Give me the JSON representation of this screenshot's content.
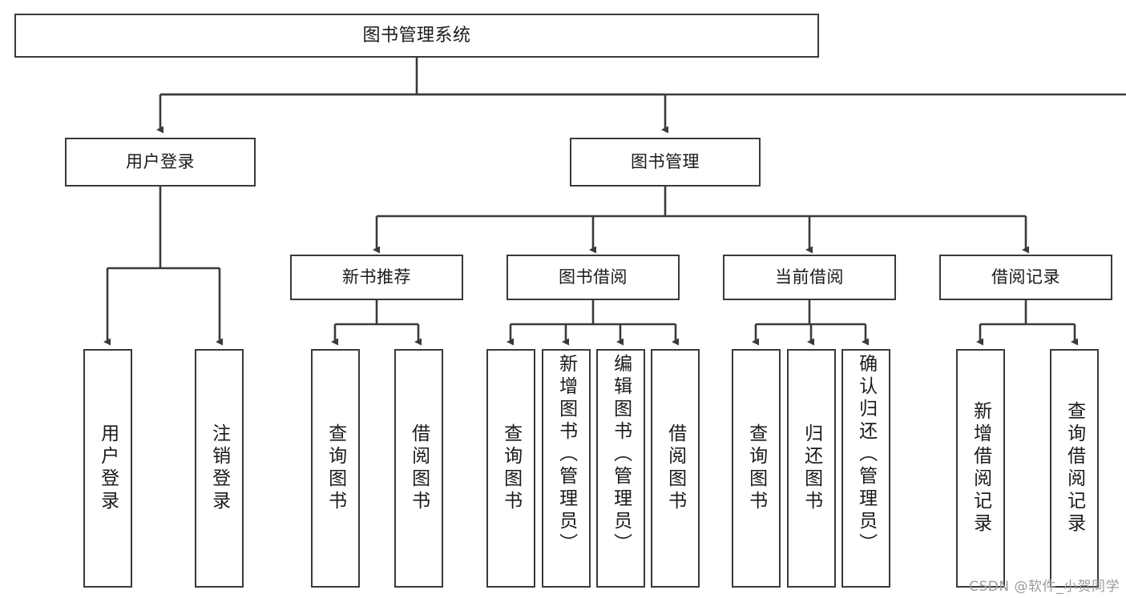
{
  "diagram": {
    "title": "图书管理系统",
    "type": "tree-hierarchy",
    "watermark": "CSDN @软件_小贺同学",
    "colors": {
      "background": "#ffffff",
      "border": "#3a3a3a",
      "text": "#1a1a1a",
      "connector": "#3a3a3a",
      "watermark": "#9b9b9b"
    },
    "nodes": {
      "root": {
        "label": "图书管理系统"
      },
      "level2": [
        {
          "label": "用户登录"
        },
        {
          "label": "图书管理"
        }
      ],
      "level3": [
        {
          "label": "新书推荐"
        },
        {
          "label": "图书借阅"
        },
        {
          "label": "当前借阅"
        },
        {
          "label": "借阅记录"
        }
      ],
      "leaves": {
        "user_login": [
          {
            "label": "用户登录"
          },
          {
            "label": "注销登录"
          }
        ],
        "new_book": [
          {
            "label": "查询图书"
          },
          {
            "label": "借阅图书"
          }
        ],
        "borrow": [
          {
            "label": "查询图书"
          },
          {
            "label": "新增图书（管理员）"
          },
          {
            "label": "编辑图书（管理员）"
          },
          {
            "label": "借阅图书"
          }
        ],
        "current": [
          {
            "label": "查询图书"
          },
          {
            "label": "归还图书"
          },
          {
            "label": "确认归还（管理员）"
          }
        ],
        "records": [
          {
            "label": "新增借阅记录"
          },
          {
            "label": "查询借阅记录"
          }
        ]
      }
    }
  }
}
